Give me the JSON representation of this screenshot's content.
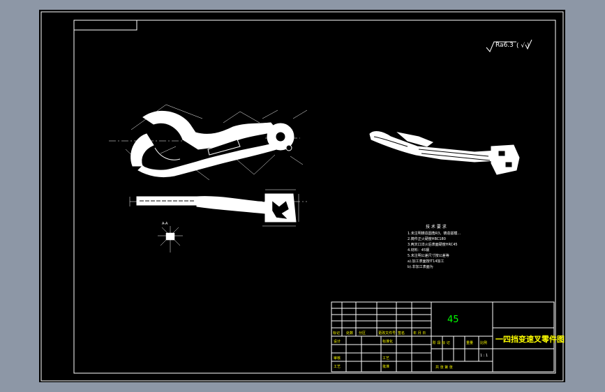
{
  "roughness": {
    "symbol": "Ra6.3",
    "suffix": "( √ )"
  },
  "section_label": "A-A",
  "tech_requirements": {
    "title": "技 术 要 求",
    "items": [
      "1.未注明铸造圆角R3，铸造拔模...",
      "2.铸件正火硬度HBC180",
      "3.两叉口淬火后表面硬度HRC45",
      "4.材料：45钢",
      "5.未注明公差尺寸按公差等",
      "  a).加工表面按IT14加工",
      "  b).非加工表面为"
    ]
  },
  "title_block": {
    "material": "45",
    "part_name": "一四挡变速叉零件图",
    "scale_value": "1 : 1",
    "row_labels": {
      "marks": "标记",
      "count": "处数",
      "zone": "分区",
      "change_doc": "更改文件号",
      "sign": "签名",
      "date": "年 月 日",
      "design": "设计",
      "standardize": "标准化",
      "review": "审核",
      "process": "工艺",
      "craft": "工艺",
      "approve": "批准"
    },
    "stage_labels": {
      "stage": "阶 段 标 记",
      "weight": "重量",
      "scale": "比例"
    },
    "sheet_label": "共   张 第   张"
  }
}
